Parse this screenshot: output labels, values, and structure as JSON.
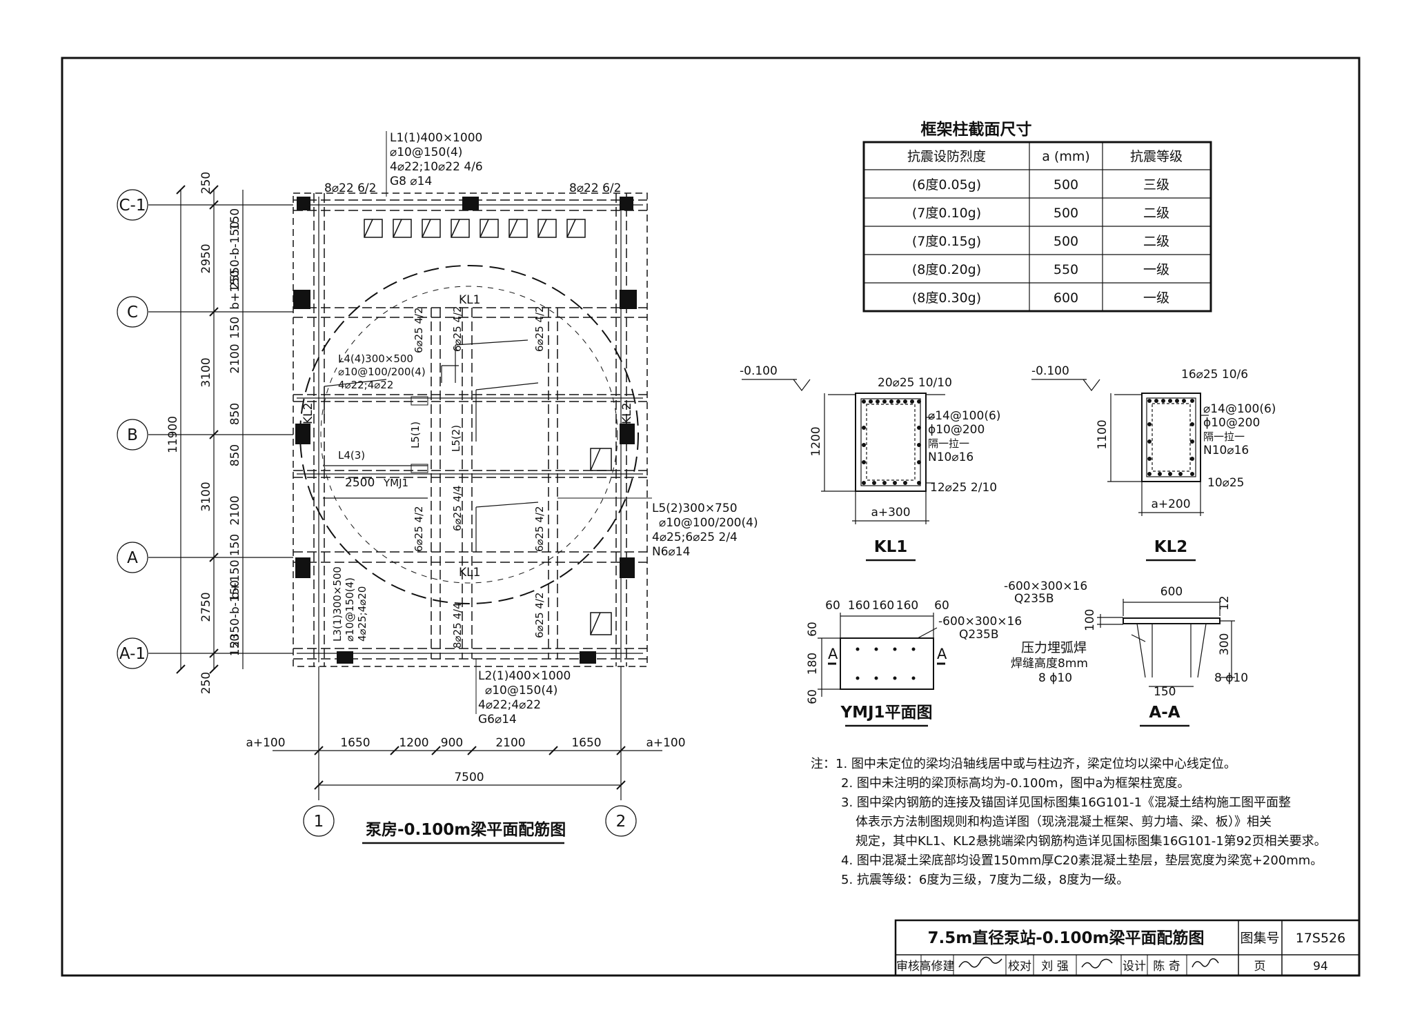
{
  "table": {
    "title": "框架柱截面尺寸",
    "headers": [
      "抗震设防烈度",
      "a (mm)",
      "抗震等级"
    ],
    "rows": [
      [
        "(6度0.05g)",
        "500",
        "三级"
      ],
      [
        "(7度0.10g)",
        "500",
        "二级"
      ],
      [
        "(7度0.15g)",
        "500",
        "二级"
      ],
      [
        "(8度0.20g)",
        "550",
        "一级"
      ],
      [
        "(8度0.30g)",
        "600",
        "一级"
      ]
    ]
  },
  "plan": {
    "caption": "泵房-0.100m梁平面配筋图",
    "grid_labels": [
      "C-1",
      "C",
      "B",
      "A",
      "A-1",
      "1",
      "2"
    ],
    "dims_left_total": "11900",
    "dims_left_outer": [
      "250",
      "2950",
      "3100",
      "3100",
      "2750",
      "250"
    ],
    "dims_left_inner": [
      "150",
      "2550-b-150",
      "b+150",
      "150",
      "2100",
      "850",
      "850",
      "2100",
      "150",
      "b+150",
      "2350-b-150",
      "150"
    ],
    "dims_bottom": [
      "a+100",
      "1650",
      "1200",
      "900",
      "2100",
      "1650",
      "a+100"
    ],
    "dims_bottom_total": "7500",
    "label_l1": [
      "L1(1)400×1000",
      "⌀10@150(4)",
      "4⌀22;10⌀22 4/6",
      "G8 ⌀14"
    ],
    "label_top_left": "8⌀22 6/2",
    "label_top_right": "8⌀22 6/2",
    "label_kl1": "KL1",
    "label_kl2": "KL2",
    "label_l4a": [
      "L4(4)300×500",
      "⌀10@100/200(4)",
      "4⌀22;4⌀22"
    ],
    "label_l4b": "L4(3)",
    "label_2500": "2500",
    "label_ymj1": "YMJ1",
    "label_l5": [
      "L5(2)300×750",
      "⌀10@100/200(4)",
      "4⌀25;6⌀25 2/4",
      "N6⌀14"
    ],
    "label_l3": [
      "L3(1)300×500",
      "⌀10@150(4)",
      "4⌀25;4⌀20"
    ],
    "label_l2": [
      "L2(1)400×1000",
      "⌀10@150(4)",
      "4⌀22;4⌀22",
      "G6⌀14"
    ],
    "vlabels": [
      "6⌀25 4/2",
      "6⌀25 4/2",
      "6⌀25 4/2",
      "6⌀25 4/2",
      "6⌀25 4/4",
      "6⌀25 4/2",
      "8⌀25 4/4",
      "6⌀25 4/2"
    ],
    "label_l5a": "L5(1)",
    "label_l5b": "L5(2)"
  },
  "kl1": {
    "name": "KL1",
    "elev": "-0.100",
    "top": "20⌀25 10/10",
    "height": "1200",
    "stirrup1": "⌀14@100(6)",
    "stirrup2": "ϕ10@200",
    "tie": "隔一拉一",
    "side": "N10⌀16",
    "bottom": "12⌀25 2/10",
    "width": "a+300"
  },
  "kl2": {
    "name": "KL2",
    "elev": "-0.100",
    "top": "16⌀25 10/6",
    "height": "1100",
    "stirrup1": "⌀14@100(6)",
    "stirrup2": "ϕ10@200",
    "tie": "隔一拉一",
    "side": "N10⌀16",
    "bottom": "10⌀25",
    "width": "a+200"
  },
  "ymj1": {
    "name": "YMJ1平面图",
    "dims_top": [
      "60",
      "160",
      "160",
      "160",
      "60"
    ],
    "dims_side": [
      "60",
      "180",
      "60"
    ],
    "plate": [
      "-600×300×16",
      "Q235B"
    ],
    "section_mark": "A"
  },
  "aa": {
    "name": "A-A",
    "plate": [
      "-600×300×16",
      "Q235B"
    ],
    "dim_600": "600",
    "dim_12": "12",
    "dim_100": "100",
    "dim_300": "300",
    "dim_150": "150",
    "weld1": "压力埋弧焊",
    "weld2": "焊缝高度8mm",
    "bar_left": "8 ϕ10",
    "bar_right": "8 ϕ10"
  },
  "notes": [
    "注：1. 图中未定位的梁均沿轴线居中或与柱边齐，梁定位均以梁中心线定位。",
    "2. 图中未注明的梁顶标高均为-0.100m，图中a为框架柱宽度。",
    "3. 图中梁内钢筋的连接及锚固详见国标图集16G101-1《混凝土结构施工图平面整",
    "体表示方法制图规则和构造详图（现浇混凝土框架、剪力墙、梁、板）》相关",
    "规定，其中KL1、KL2悬挑端梁内钢筋构造详见国标图集16G101-1第92页相关要求。",
    "4. 图中混凝土梁底部均设置150mm厚C20素混凝土垫层，垫层宽度为梁宽+200mm。",
    "5. 抗震等级：6度为三级，7度为二级，8度为一级。"
  ],
  "title_block": {
    "title": "7.5m直径泵站-0.100m梁平面配筋图",
    "atlas_label": "图集号",
    "atlas_no": "17S526",
    "review_label": "审核",
    "reviewer": "高修建",
    "check_label": "校对",
    "checker": "刘 强",
    "design_label": "设计",
    "designer": "陈 奇",
    "page_label": "页",
    "page_no": "94"
  }
}
